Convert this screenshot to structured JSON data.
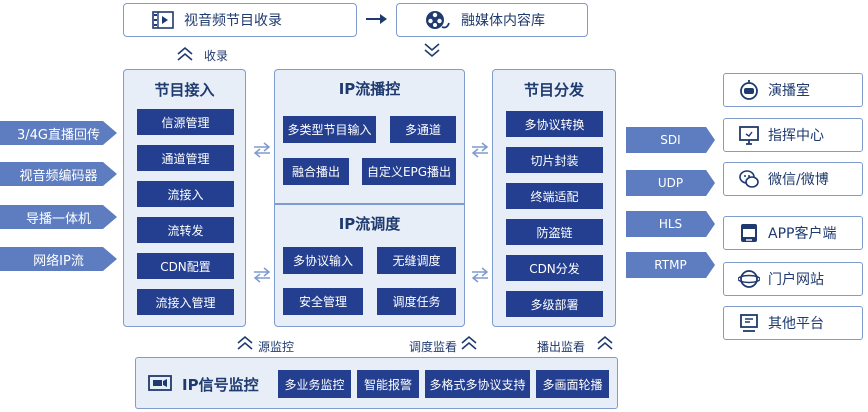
{
  "top": {
    "source_label": "视音频节目收录",
    "target_label": "融媒体内容库",
    "collect_label": "收录"
  },
  "inputs": [
    "3/4G直播回传",
    "视音频编码器",
    "导播一体机",
    "网络IP流"
  ],
  "ingest": {
    "title": "节目接入",
    "items": [
      "信源管理",
      "通道管理",
      "流接入",
      "流转发",
      "CDN配置",
      "流接入管理"
    ]
  },
  "playout": {
    "title": "IP流播控",
    "items": [
      "多类型节目输入",
      "多通道",
      "融合播出",
      "自定义EPG播出"
    ]
  },
  "scheduling": {
    "title": "IP流调度",
    "items": [
      "多协议输入",
      "无缝调度",
      "安全管理",
      "调度任务"
    ]
  },
  "distribution": {
    "title": "节目分发",
    "items": [
      "多协议转换",
      "切片封装",
      "终端适配",
      "防盗链",
      "CDN分发",
      "多级部署"
    ]
  },
  "protocols": [
    "SDI",
    "UDP",
    "HLS",
    "RTMP"
  ],
  "outputs": [
    {
      "label": "演播室",
      "icon": "studio-icon"
    },
    {
      "label": "指挥中心",
      "icon": "monitor-icon"
    },
    {
      "label": "微信/微博",
      "icon": "wechat-icon"
    },
    {
      "label": "APP客户端",
      "icon": "app-icon"
    },
    {
      "label": "门户网站",
      "icon": "globe-icon"
    },
    {
      "label": "其他平台",
      "icon": "platform-icon"
    }
  ],
  "monitor_labels": {
    "source": "源监控",
    "schedule": "调度监看",
    "output": "播出监看"
  },
  "monitoring": {
    "title": "IP信号监控",
    "items": [
      "多业务监控",
      "智能报警",
      "多格式多协议支持",
      "多画面轮播"
    ]
  }
}
